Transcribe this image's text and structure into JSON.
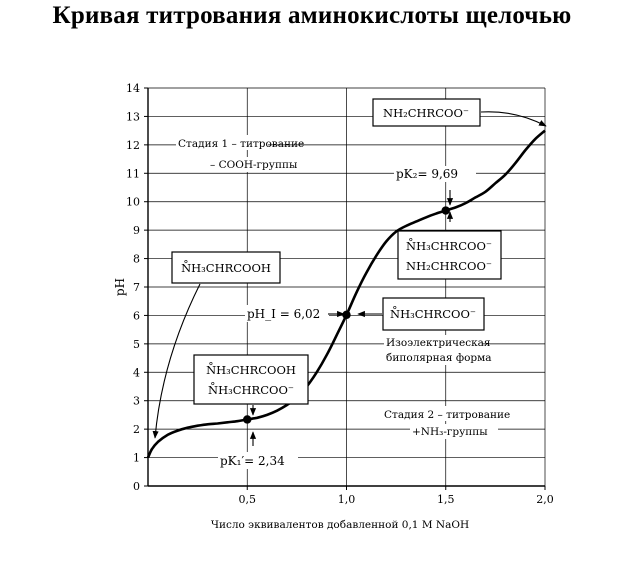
{
  "page": {
    "title": "Кривая титрования аминокислоты щелочью"
  },
  "chart_data": {
    "type": "line",
    "title": "Кривая титрования аминокислоты щелочью",
    "xlabel": "Число эквивалентов добавленной 0,1 M NaOH",
    "ylabel": "pH",
    "xlim": [
      0,
      2.0
    ],
    "ylim": [
      0,
      14
    ],
    "grid": true,
    "x_ticks": [
      "0,5",
      "1,0",
      "1,5",
      "2,0"
    ],
    "y_ticks": [
      "0",
      "1",
      "2",
      "3",
      "4",
      "5",
      "6",
      "7",
      "8",
      "9",
      "10",
      "11",
      "12",
      "13",
      "14"
    ],
    "series": [
      {
        "x": [
          0,
          0.02,
          0.05,
          0.1,
          0.15,
          0.2,
          0.25,
          0.3,
          0.35,
          0.4,
          0.45,
          0.5,
          0.55,
          0.6,
          0.65,
          0.7,
          0.75,
          0.8,
          0.85,
          0.9,
          0.95,
          1.0,
          1.05,
          1.1,
          1.15,
          1.2,
          1.25,
          1.3,
          1.35,
          1.4,
          1.45,
          1.5,
          1.55,
          1.6,
          1.65,
          1.7,
          1.75,
          1.8,
          1.85,
          1.9,
          1.95,
          2.0
        ],
        "y": [
          1.0,
          1.3,
          1.55,
          1.8,
          1.95,
          2.05,
          2.12,
          2.17,
          2.2,
          2.24,
          2.28,
          2.34,
          2.4,
          2.5,
          2.65,
          2.85,
          3.1,
          3.5,
          4.0,
          4.6,
          5.3,
          6.02,
          6.8,
          7.5,
          8.1,
          8.6,
          8.95,
          9.15,
          9.3,
          9.45,
          9.58,
          9.69,
          9.8,
          9.95,
          10.15,
          10.35,
          10.65,
          10.95,
          11.35,
          11.8,
          12.2,
          12.5
        ]
      }
    ],
    "points": [
      {
        "x": 0.5,
        "y": 2.34,
        "label": "pK₁′ = 2,34"
      },
      {
        "x": 1.0,
        "y": 6.02,
        "label": "pH_I = 6,02"
      },
      {
        "x": 1.5,
        "y": 9.69,
        "label": "pK₂ = 9,69"
      }
    ],
    "annotations": {
      "stage1": [
        "Стадия 1 – титрование",
        "– COOH-группы"
      ],
      "stage2": [
        "Стадия 2 – титрование",
        "+NH₃-группы"
      ],
      "pk2_label": "pK₂= 9,69",
      "pk1_label": "pK₁′= 2,34",
      "phi_label": "pH_I = 6,02",
      "isoelectric": [
        "Изоэлектрическая",
        "биполярная форма"
      ],
      "box_top_right": "NH₂CHRCOO⁻",
      "box_left": "N̊H₃CHRCOOH",
      "box_mid_left": [
        "N̊H₃CHRCOOH",
        "N̊H₃CHRCOO⁻"
      ],
      "box_mid_right": [
        "N̊H₃CHRCOO⁻",
        "NH₂CHRCOO⁻"
      ],
      "box_center": "N̊H₃CHRCOO⁻"
    }
  }
}
